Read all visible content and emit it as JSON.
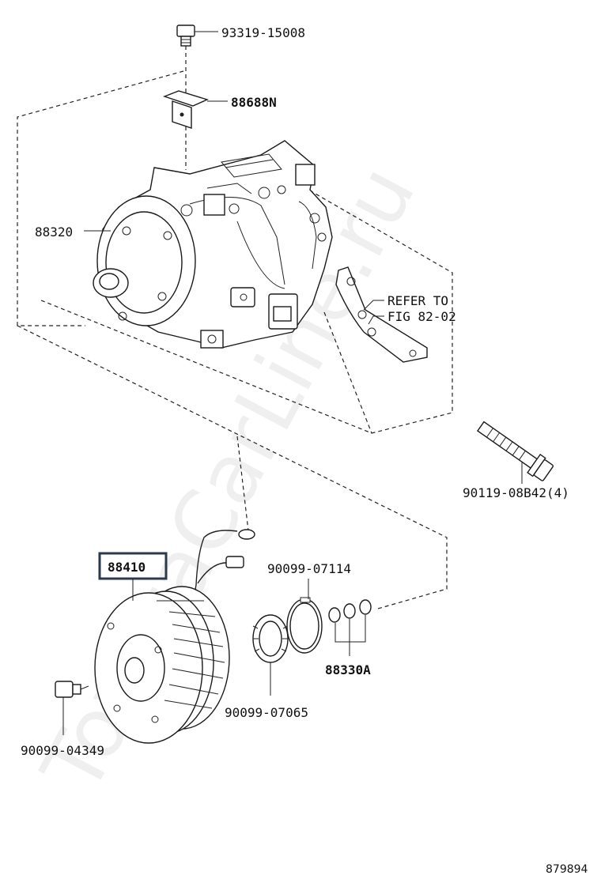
{
  "watermark": "ToyotaCarLine.ru",
  "diagram_id": "879894",
  "parts": {
    "bolt_top": "93319-15008",
    "label_plate": "88688N",
    "compressor": "88320",
    "refer_line1": "REFER TO",
    "refer_line2": "FIG 82-02",
    "long_bolt": "90119-08B42(4)",
    "clutch_assy": "88410",
    "snap_ring_big": "90099-07114",
    "shims": "88330A",
    "snap_ring_small": "90099-07065",
    "center_bolt": "90099-04349"
  }
}
